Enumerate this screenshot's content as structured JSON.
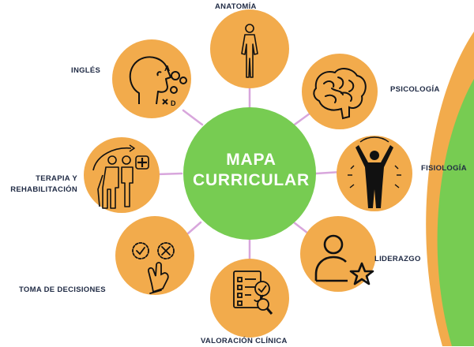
{
  "center": {
    "line1": "MAPA",
    "line2": "CURRICULAR"
  },
  "nodes": {
    "anatomia": {
      "label": "ANATOMÍA",
      "icon": "human-body-icon"
    },
    "psicologia": {
      "label": "PSICOLOGÍA",
      "icon": "brain-icon"
    },
    "fisiologia": {
      "label": "FISIOLOGÍA",
      "icon": "person-arms-raised-icon"
    },
    "liderazgo": {
      "label": "LIDERAZGO",
      "icon": "person-star-icon"
    },
    "valoracion": {
      "label": "VALORACIÓN CLÍNICA",
      "icon": "checklist-magnifier-icon"
    },
    "decisiones": {
      "label": "TOMA DE DECISIONES",
      "icon": "hand-choice-icon"
    },
    "terapia": {
      "line1": "TERAPIA Y",
      "line2": "REHABILITACIÓN",
      "icon": "assisted-walking-icon"
    },
    "ingles": {
      "label": "INGLÉS",
      "icon": "speaking-head-icon"
    }
  },
  "colors": {
    "center": "#77cc52",
    "node": "#f2ab4c",
    "connector": "#d8a6dc",
    "label": "#1f2a44",
    "icon_stroke": "#111111",
    "arc_outer": "#f2ab4c",
    "arc_inner": "#77cc52"
  }
}
